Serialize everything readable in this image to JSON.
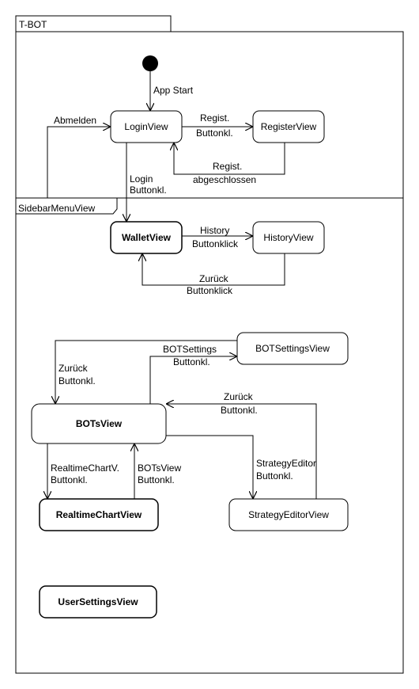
{
  "frame": {
    "title": "T-BOT",
    "region_label": "SidebarMenuView"
  },
  "states": {
    "login": "LoginView",
    "register": "RegisterView",
    "wallet": "WalletView",
    "history": "HistoryView",
    "botsettings": "BOTSettingsView",
    "bots": "BOTsView",
    "realtimechart": "RealtimeChartView",
    "strategyeditor": "StrategyEditorView",
    "usersettings": "UserSettingsView"
  },
  "transitions": {
    "app_start": "App Start",
    "abmelden": "Abmelden",
    "regist_btn_1": "Regist.",
    "regist_btn_2": "Buttonkl.",
    "regist_done_1": "Regist.",
    "regist_done_2": "abgeschlossen",
    "login_btn_1": "Login",
    "login_btn_2": "Buttonkl.",
    "history_btn_1": "History",
    "history_btn_2": "Buttonklick",
    "zurueck_hist_1": "Zurück",
    "zurueck_hist_2": "Buttonklick",
    "botsettings_btn_1": "BOTSettings",
    "botsettings_btn_2": "Buttonkl.",
    "zurueck_botset_1": "Zurück",
    "zurueck_botset_2": "Buttonkl.",
    "zurueck_strat_1": "Zurück",
    "zurueck_strat_2": "Buttonkl.",
    "realtime_btn_1": "RealtimeChartV.",
    "realtime_btn_2": "Buttonkl.",
    "botsview_btn_1": "BOTsView",
    "botsview_btn_2": "Buttonkl.",
    "strat_btn_1": "StrategyEditor",
    "strat_btn_2": "Buttonkl."
  }
}
